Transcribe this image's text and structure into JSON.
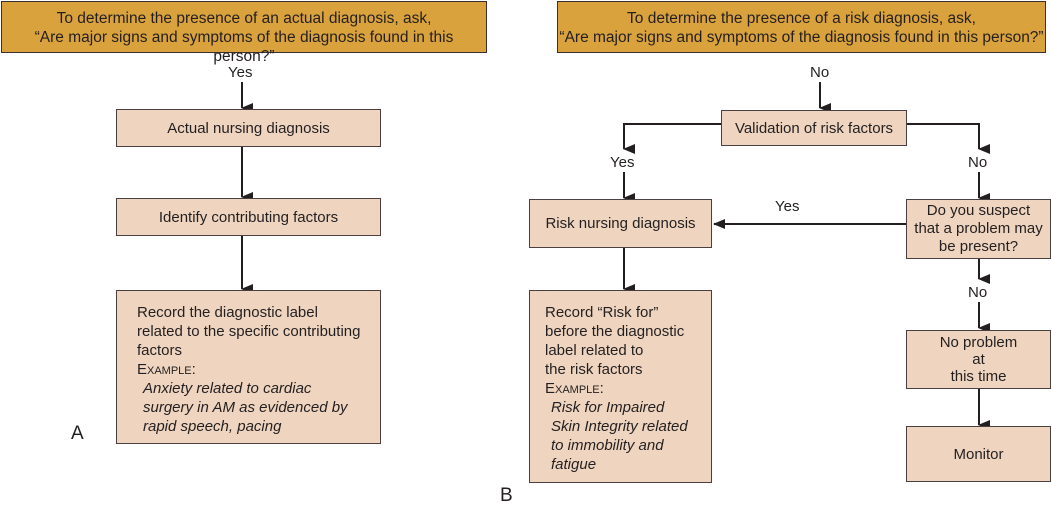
{
  "colors": {
    "header_fill": "#d9a23c",
    "box_fill": "#efd5c0",
    "stroke": "#231f20"
  },
  "panel_a": {
    "label": "A",
    "header": {
      "line1": "To determine the presence of an actual diagnosis, ask,",
      "line2": "“Are major signs and symptoms of the diagnosis found in this person?”"
    },
    "answer_label": "Yes",
    "boxes": {
      "actual": "Actual nursing diagnosis",
      "identify": "Identify contributing factors",
      "record": {
        "lines": [
          "Record the diagnostic label",
          "related to the specific contributing",
          "factors"
        ],
        "example_label": "Example:",
        "example_lines": [
          "Anxiety related to cardiac",
          "surgery in AM as evidenced by",
          "rapid speech, pacing"
        ]
      }
    }
  },
  "panel_b": {
    "label": "B",
    "header": {
      "line1": "To determine the presence of a risk diagnosis, ask,",
      "line2": "“Are major signs and symptoms of the diagnosis found in this person?”"
    },
    "answer_label": "No",
    "edge_labels": {
      "yes_left": "Yes",
      "no_right": "No",
      "yes_suspect": "Yes",
      "no_suspect": "No"
    },
    "boxes": {
      "validation": "Validation of risk factors",
      "risk": "Risk nursing diagnosis",
      "suspect": [
        "Do you suspect",
        "that a problem may",
        "be present?"
      ],
      "record": {
        "lines": [
          "Record “Risk for”",
          "before the diagnostic",
          "label related to",
          "the risk factors"
        ],
        "example_label": "Example:",
        "example_lines": [
          "Risk for Impaired",
          "Skin Integrity related",
          "to immobility and",
          "fatigue"
        ]
      },
      "no_problem": [
        "No problem",
        "at",
        "this time"
      ],
      "monitor": "Monitor"
    }
  }
}
